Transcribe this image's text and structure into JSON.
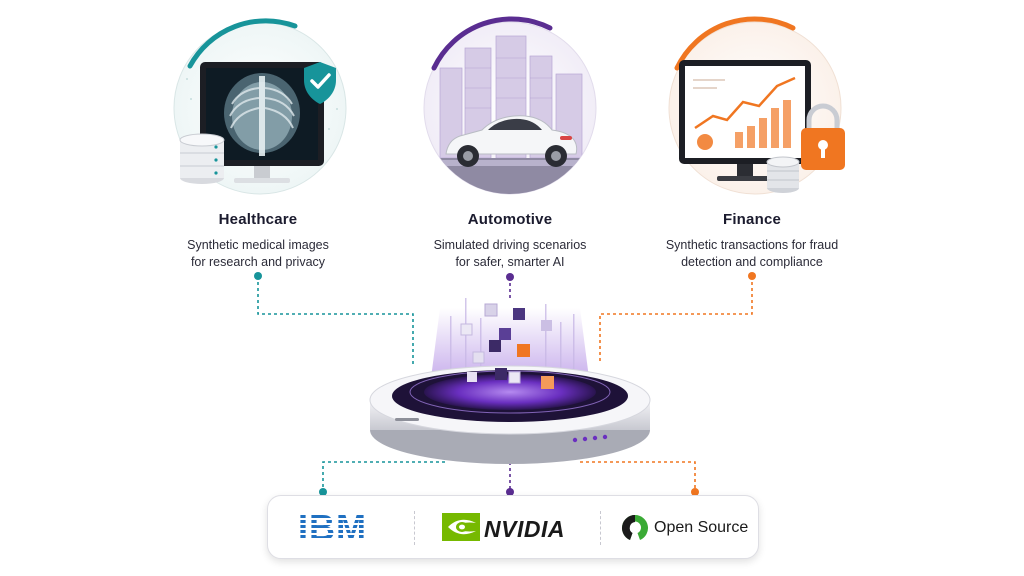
{
  "cards": [
    {
      "title": "Healthcare",
      "line1": "Synthetic medical images",
      "line2": "for research and privacy"
    },
    {
      "title": "Automotive",
      "line1": "Simulated driving scenarios",
      "line2": "for safer, smarter AI"
    },
    {
      "title": "Finance",
      "line1": "Synthetic transactions for fraud",
      "line2": "detection and compliance"
    }
  ],
  "partners": {
    "ibm": "IBM",
    "nvidia": "NVIDIA",
    "open_source": "Open Source"
  },
  "colors": {
    "healthcare": "#17949a",
    "automotive": "#5a2d91",
    "finance": "#f07621",
    "ibm_blue": "#1f70c1",
    "nvidia_green": "#76b900",
    "open_source_green": "#3aaa35"
  },
  "icons": [
    "xray-monitor-icon",
    "shield-check-icon",
    "database-icon",
    "car-icon",
    "city-icon",
    "chart-monitor-icon",
    "padlock-icon",
    "coins-icon",
    "data-platform-icon",
    "nvidia-eye-icon",
    "open-source-icon"
  ]
}
